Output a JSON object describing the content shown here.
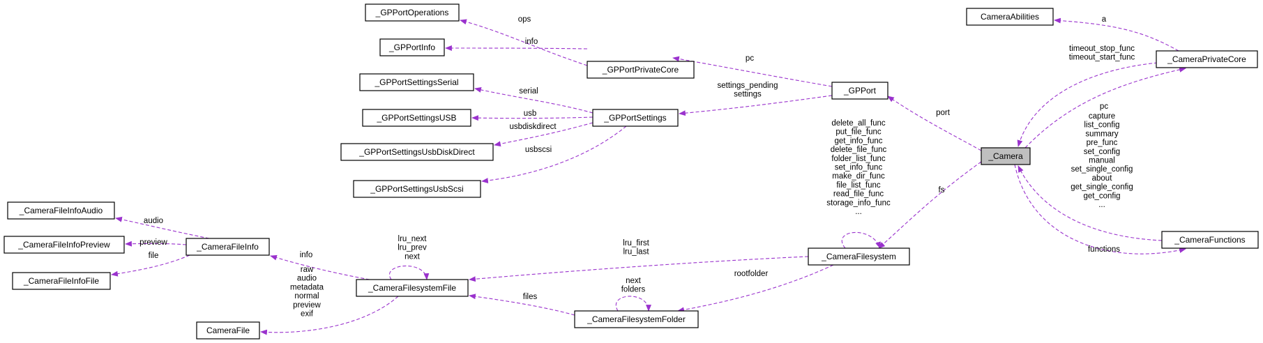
{
  "nodes": [
    {
      "id": "GPPortOperations",
      "label": "_GPPortOperations"
    },
    {
      "id": "GPPortInfo",
      "label": "_GPPortInfo"
    },
    {
      "id": "GPPortPrivateCore",
      "label": "_GPPortPrivateCore"
    },
    {
      "id": "GPPortSettingsSerial",
      "label": "_GPPortSettingsSerial"
    },
    {
      "id": "GPPortSettingsUSB",
      "label": "_GPPortSettingsUSB"
    },
    {
      "id": "GPPortSettings",
      "label": "_GPPortSettings"
    },
    {
      "id": "GPPortSettingsUsbDiskDirect",
      "label": "_GPPortSettingsUsbDiskDirect"
    },
    {
      "id": "GPPortSettingsUsbScsi",
      "label": "_GPPortSettingsUsbScsi"
    },
    {
      "id": "GPPort",
      "label": "_GPPort"
    },
    {
      "id": "CameraAbilities",
      "label": "CameraAbilities"
    },
    {
      "id": "CameraPrivateCore",
      "label": "_CameraPrivateCore"
    },
    {
      "id": "Camera",
      "label": "_Camera"
    },
    {
      "id": "CameraFunctions",
      "label": "_CameraFunctions"
    },
    {
      "id": "CameraFileInfoAudio",
      "label": "_CameraFileInfoAudio"
    },
    {
      "id": "CameraFileInfoPreview",
      "label": "_CameraFileInfoPreview"
    },
    {
      "id": "CameraFileInfoFile",
      "label": "_CameraFileInfoFile"
    },
    {
      "id": "CameraFileInfo",
      "label": "_CameraFileInfo"
    },
    {
      "id": "CameraFilesystemFile",
      "label": "_CameraFilesystemFile"
    },
    {
      "id": "CameraFile",
      "label": "CameraFile"
    },
    {
      "id": "CameraFilesystemFolder",
      "label": "_CameraFilesystemFolder"
    },
    {
      "id": "CameraFilesystem",
      "label": "_CameraFilesystem"
    }
  ],
  "edges": [
    {
      "from": "GPPortPrivateCore",
      "to": "GPPortOperations",
      "label": [
        "ops"
      ]
    },
    {
      "from": "GPPortPrivateCore",
      "to": "GPPortInfo",
      "label": [
        "info"
      ]
    },
    {
      "from": "GPPort",
      "to": "GPPortPrivateCore",
      "label": [
        "pc"
      ]
    },
    {
      "from": "GPPort",
      "to": "GPPortSettings",
      "label": [
        "settings_pending",
        "settings"
      ]
    },
    {
      "from": "GPPortSettings",
      "to": "GPPortSettingsSerial",
      "label": [
        "serial"
      ]
    },
    {
      "from": "GPPortSettings",
      "to": "GPPortSettingsUSB",
      "label": [
        "usb"
      ]
    },
    {
      "from": "GPPortSettings",
      "to": "GPPortSettingsUsbDiskDirect",
      "label": [
        "usbdiskdirect"
      ]
    },
    {
      "from": "GPPortSettings",
      "to": "GPPortSettingsUsbScsi",
      "label": [
        "usbscsi"
      ]
    },
    {
      "from": "Camera",
      "to": "GPPort",
      "label": [
        "port"
      ]
    },
    {
      "from": "CameraPrivateCore",
      "to": "CameraAbilities",
      "label": [
        "a"
      ]
    },
    {
      "from": "CameraPrivateCore",
      "to": "Camera",
      "label": [
        "timeout_stop_func",
        "timeout_start_func"
      ]
    },
    {
      "from": "Camera",
      "to": "CameraPrivateCore",
      "label": [
        "pc"
      ]
    },
    {
      "from": "CameraFunctions",
      "to": "Camera",
      "label": [
        "capture",
        "list_config",
        "summary",
        "pre_func",
        "set_config",
        "manual",
        "set_single_config",
        "about",
        "get_single_config",
        "get_config",
        "..."
      ]
    },
    {
      "from": "Camera",
      "to": "CameraFunctions",
      "label": [
        "functions"
      ]
    },
    {
      "from": "Camera",
      "to": "CameraFilesystem",
      "label": [
        "fs"
      ]
    },
    {
      "from": "CameraFilesystem",
      "to": "CameraFilesystem",
      "label": [
        "delete_all_func",
        "put_file_func",
        "get_info_func",
        "delete_file_func",
        "folder_list_func",
        "set_info_func",
        "make_dir_func",
        "file_list_func",
        "read_file_func",
        "storage_info_func",
        "..."
      ]
    },
    {
      "from": "CameraFilesystem",
      "to": "CameraFilesystemFile",
      "label": [
        "lru_first",
        "lru_last"
      ]
    },
    {
      "from": "CameraFilesystem",
      "to": "CameraFilesystemFolder",
      "label": [
        "rootfolder"
      ]
    },
    {
      "from": "CameraFilesystemFolder",
      "to": "CameraFilesystemFolder",
      "label": [
        "next",
        "folders"
      ]
    },
    {
      "from": "CameraFilesystemFolder",
      "to": "CameraFilesystemFile",
      "label": [
        "files"
      ]
    },
    {
      "from": "CameraFilesystemFile",
      "to": "CameraFilesystemFile",
      "label": [
        "lru_next",
        "lru_prev",
        "next"
      ]
    },
    {
      "from": "CameraFilesystemFile",
      "to": "CameraFileInfo",
      "label": [
        "info"
      ]
    },
    {
      "from": "CameraFilesystemFile",
      "to": "CameraFile",
      "label": [
        "raw",
        "audio",
        "metadata",
        "normal",
        "preview",
        "exif"
      ]
    },
    {
      "from": "CameraFileInfo",
      "to": "CameraFileInfoAudio",
      "label": [
        "audio"
      ]
    },
    {
      "from": "CameraFileInfo",
      "to": "CameraFileInfoPreview",
      "label": [
        "preview"
      ]
    },
    {
      "from": "CameraFileInfo",
      "to": "CameraFileInfoFile",
      "label": [
        "file"
      ]
    }
  ]
}
